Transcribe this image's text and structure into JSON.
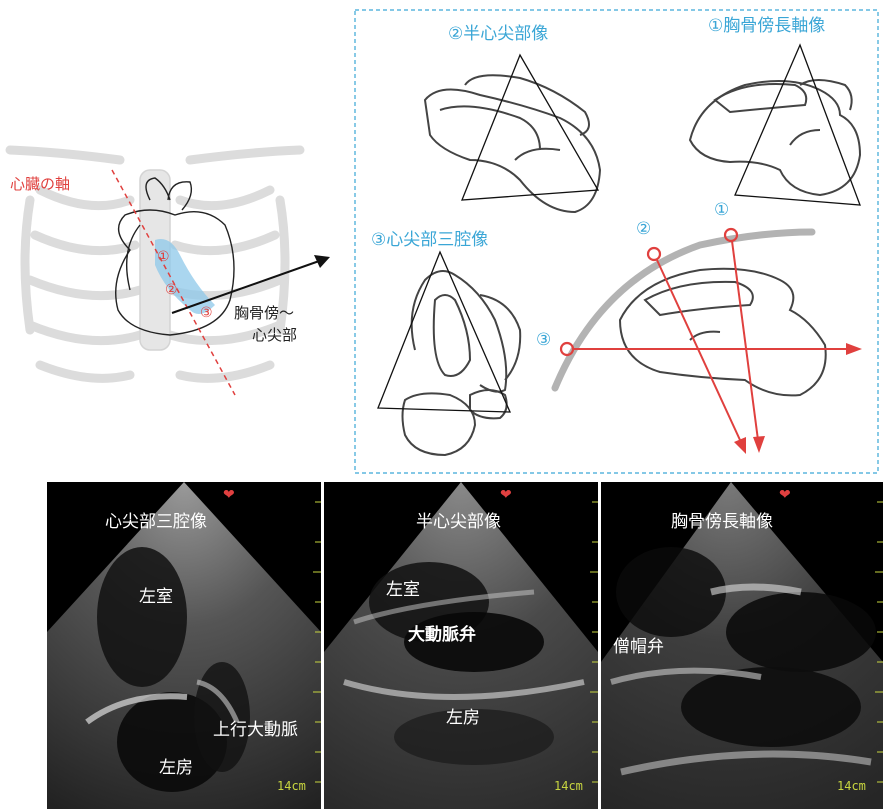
{
  "chest": {
    "axis_label": "心臓の軸",
    "position_label_line1": "胸骨傍～",
    "position_label_line2": "心尖部",
    "markers": [
      "①",
      "②",
      "③"
    ]
  },
  "views_panel": {
    "view2_label": "②半心尖部像",
    "view1_label": "①胸骨傍長軸像",
    "view3_label": "③心尖部三腔像",
    "probe_markers": [
      "①",
      "②",
      "③"
    ]
  },
  "echo_panels": [
    {
      "title": "心尖部三腔像",
      "labels": [
        "左室",
        "上行大動脈",
        "左房"
      ],
      "scale": "14cm"
    },
    {
      "title": "半心尖部像",
      "labels": [
        "左室",
        "大動脈弁",
        "左房"
      ],
      "scale": "14cm"
    },
    {
      "title": "胸骨傍長軸像",
      "labels": [
        "僧帽弁"
      ],
      "scale": "14cm"
    }
  ],
  "colors": {
    "accent_cyan": "#3aa6d6",
    "axis_red": "#e0403e",
    "heart_blue": "#8ec8ea"
  }
}
